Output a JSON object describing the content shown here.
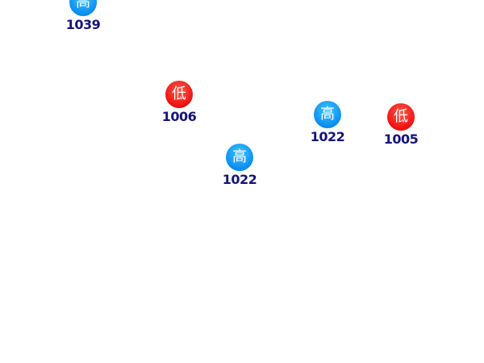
{
  "colors": {
    "high": "#0a8ef0",
    "low": "#f01010",
    "label": "#14147a"
  },
  "markers": [
    {
      "type": "high",
      "symbol": "高",
      "value": "1039"
    },
    {
      "type": "low",
      "symbol": "低",
      "value": "1006"
    },
    {
      "type": "high",
      "symbol": "高",
      "value": "1022"
    },
    {
      "type": "low",
      "symbol": "低",
      "value": "1005"
    },
    {
      "type": "high",
      "symbol": "高",
      "value": "1022"
    }
  ]
}
